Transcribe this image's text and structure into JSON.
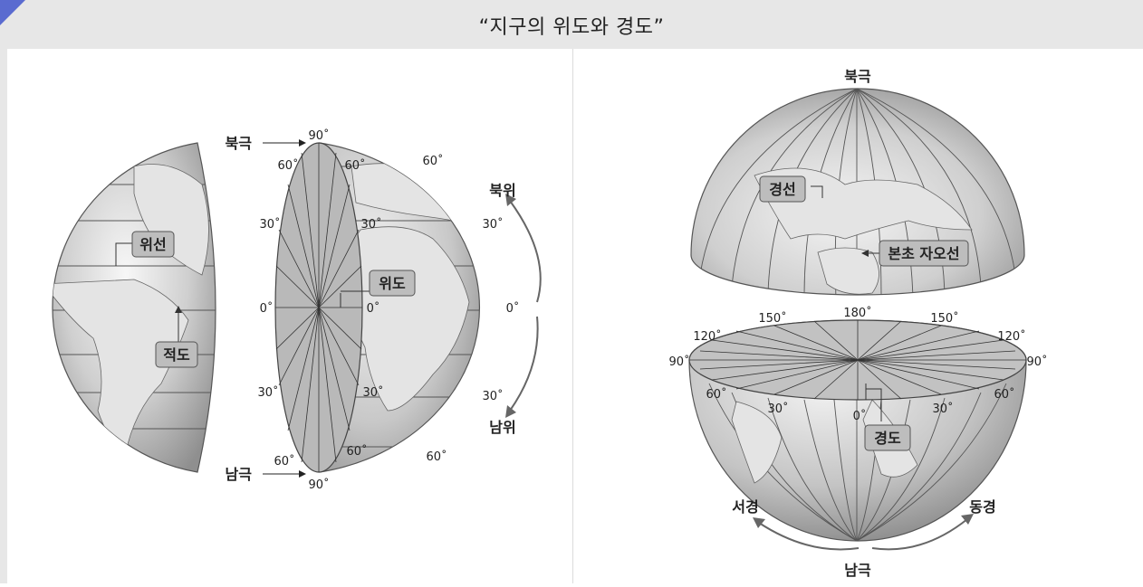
{
  "title": "“지구의 위도와 경도”",
  "left_figure": {
    "north_pole": "북극",
    "south_pole": "남극",
    "north_latitude": "북위",
    "south_latitude": "남위",
    "parallel_label": "위선",
    "equator_label": "적도",
    "latitude_label": "위도",
    "deg_90": "90˚",
    "deg_60": "60˚",
    "deg_30": "30˚",
    "deg_0": "0˚"
  },
  "right_figure": {
    "north_pole": "북극",
    "south_pole": "남극",
    "meridian_label": "경선",
    "prime_meridian_label": "본초 자오선",
    "longitude_label": "경도",
    "west_longitude": "서경",
    "east_longitude": "동경",
    "deg_180": "180˚",
    "deg_150": "150˚",
    "deg_120": "120˚",
    "deg_90": "90˚",
    "deg_60": "60˚",
    "deg_30": "30˚",
    "deg_0": "0˚"
  },
  "colors": {
    "title_bar": "#e7e7e7",
    "accent_corner": "#5a6bd0",
    "globe_light": "#f4f4f4",
    "globe_dark": "#8a8a8a",
    "label_box": "#bdbdbd"
  }
}
